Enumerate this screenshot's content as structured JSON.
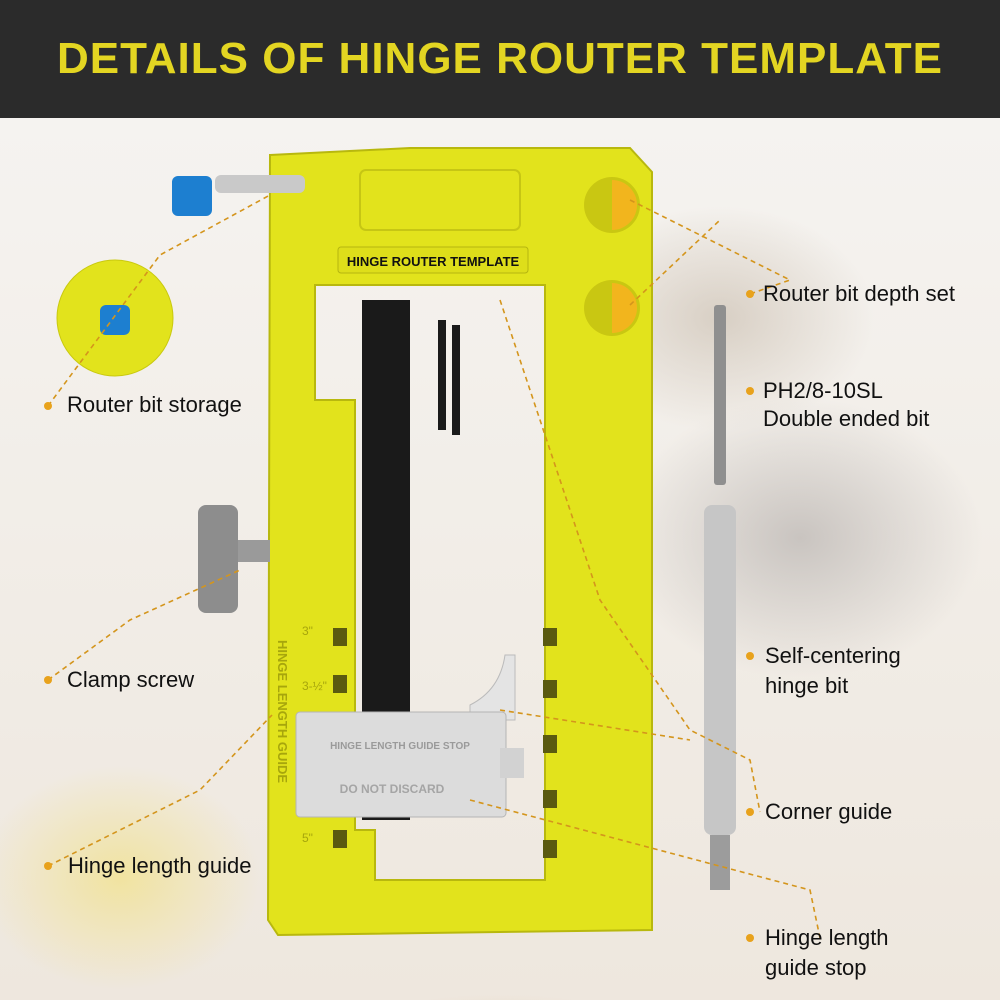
{
  "header": {
    "title": "DETAILS OF HINGE ROUTER TEMPLATE"
  },
  "product": {
    "plate_label": "HINGE ROUTER TEMPLATE",
    "stop_label_1": "HINGE LENGTH GUIDE STOP",
    "stop_label_2": "DO NOT DISCARD",
    "side_label": "HINGE LENGTH GUIDE",
    "marks": [
      "3\"",
      "3-½\"",
      "5\""
    ]
  },
  "callouts": {
    "router_bit_depth_set": "Router bit depth set",
    "double_bit_1": "PH2/8-10SL",
    "double_bit_2": "Double ended bit",
    "self_centering_1": "Self-centering",
    "self_centering_2": "hinge bit",
    "corner_guide": "Corner guide",
    "stop_1": "Hinge length",
    "stop_2": "guide stop",
    "router_bit_storage": "Router bit storage",
    "clamp_screw": "Clamp screw",
    "hinge_length_guide": "Hinge length guide"
  },
  "colors": {
    "accent": "#e3d522",
    "template": "#e2e31c",
    "dashes": "#d4951c"
  }
}
